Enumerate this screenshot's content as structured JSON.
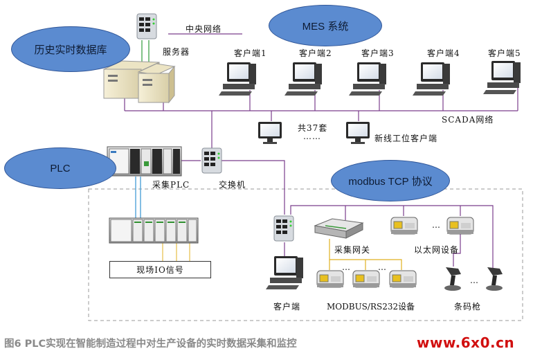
{
  "ovals": {
    "history_db": "历史实时数据库",
    "mes": "MES 系统",
    "plc": "PLC",
    "modbus": "modbus TCP 协议"
  },
  "labels": {
    "central_network": "中央网络",
    "server": "服务器",
    "client1": "客户端1",
    "client2": "客户端2",
    "client3": "客户端3",
    "client4": "客户端4",
    "client5": "客户端5",
    "scada_network": "SCADA网络",
    "total_sets": "共37套",
    "ellipsis_dots": "……",
    "new_line_client": "新线工位客户端",
    "collect_plc": "采集PLC",
    "switch": "交换机",
    "field_io": "现场IO信号",
    "collect_gateway": "采集网关",
    "ethernet_device": "以太网设备",
    "client": "客户端",
    "modbus_device": "MODBUS/RS232设备",
    "barcode_gun": "条码枪",
    "dots_a": "…",
    "dots_b": "…",
    "dots_c": "…",
    "dots_d": "…"
  },
  "caption": "图6 PLC实现在智能制造过程中对生产设备的实时数据采集和监控",
  "watermark": "www.6x0.cn",
  "colors": {
    "oval_fill": "#5b8bd0",
    "network_line": "#7a3d8c",
    "plc_io_line": "#4fa3d8",
    "modbus_line": "#e0b020",
    "server_line": "#2e9a3a",
    "caption": "#8a8a8a",
    "watermark": "#d10f0f"
  }
}
